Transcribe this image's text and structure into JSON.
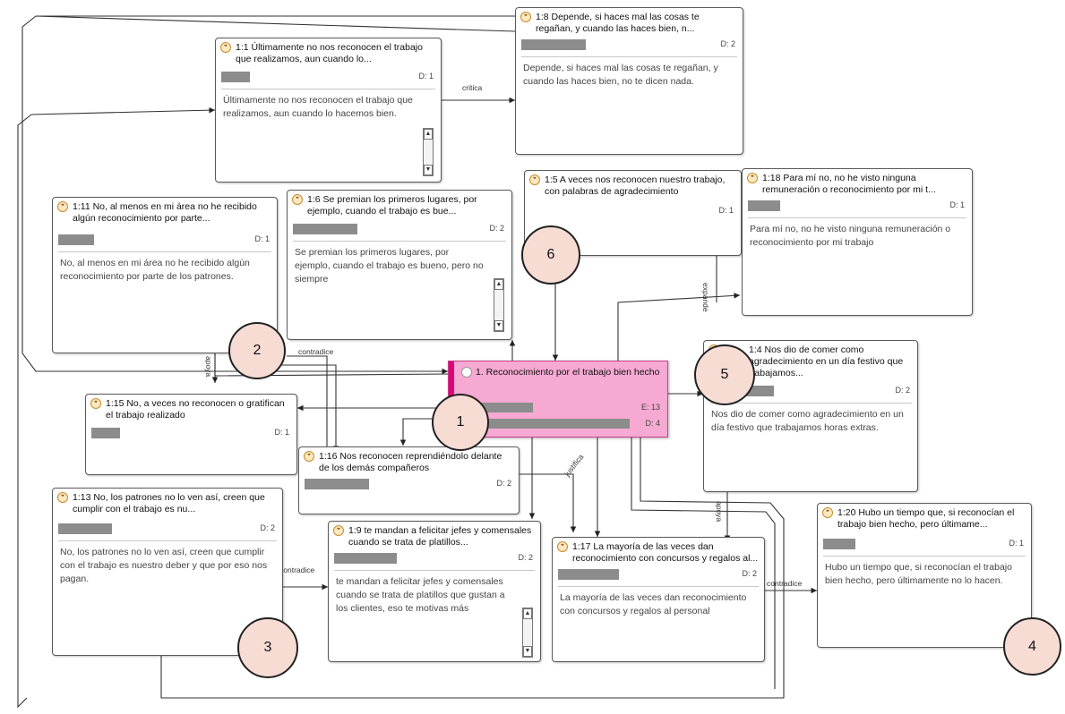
{
  "central": {
    "title": "1. Reconocimiento por el trabajo bien hecho",
    "count_top": "E: 13",
    "count_bottom": "D: 4"
  },
  "quotations": [
    {
      "id": "q1_8",
      "title": "1:8 Depende, si haces mal las cosas te regañan, y cuando las haces bien, n...",
      "d": "D: 2",
      "body": "Depende, si haces mal las cosas te regañan, y cuando las haces bien, no te dicen nada."
    },
    {
      "id": "q1_1",
      "title": "1:1 Últimamente no nos reconocen el trabajo que realizamos, aun cuando lo...",
      "d": "D: 1",
      "body": "Últimamente no nos reconocen el trabajo que realizamos, aun cuando lo hacemos bien."
    },
    {
      "id": "q1_11",
      "title": "1:11 No, al menos en mi área no he recibido algún reconocimiento por parte...",
      "d": "D: 1",
      "body": "No, al menos en mi área no he recibido algún reconocimiento por parte de los patrones."
    },
    {
      "id": "q1_6",
      "title": "1:6 Se premian los primeros lugares, por ejemplo, cuando el trabajo es bue...",
      "d": "D: 2",
      "body": "Se premian los primeros lugares, por ejemplo, cuando el trabajo es bueno, pero no siempre"
    },
    {
      "id": "q1_5",
      "title": "1:5 A veces nos reconocen nuestro trabajo, con palabras de agradecimiento",
      "d": "D: 1",
      "body": ""
    },
    {
      "id": "q1_18",
      "title": "1:18 Para mí no, no he visto ninguna remuneración o reconocimiento por mi t...",
      "d": "D: 1",
      "body": "Para mí no, no he visto ninguna remuneración o reconocimiento por mi trabajo"
    },
    {
      "id": "q1_15",
      "title": "1:15 No, a veces no reconocen o gratifican el trabajo realizado",
      "d": "D: 1",
      "body": ""
    },
    {
      "id": "q1_4",
      "title": "1:4 Nos dio de comer como agradecimiento en un día festivo que trabajamos...",
      "d": "D: 2",
      "body": "Nos dio de comer como agradecimiento en un día festivo que trabajamos horas extras."
    },
    {
      "id": "q1_16",
      "title": "1:16 Nos reconocen reprendiéndolo delante de los demás compañeros",
      "d": "D: 2",
      "body": ""
    },
    {
      "id": "q1_13",
      "title": "1:13 No, los patrones no lo ven así, creen que cumplir con el trabajo es nu...",
      "d": "D: 2",
      "body": "No, los patrones no lo ven así, creen que cumplir con el trabajo es nuestro deber y que por eso nos pagan."
    },
    {
      "id": "q1_9",
      "title": "1:9 te mandan a felicitar jefes y comensales cuando se trata de platillos...",
      "d": "D: 2",
      "body": "te mandan a felicitar jefes y comensales cuando se trata de platillos que gustan a los clientes, eso te motivas más"
    },
    {
      "id": "q1_17",
      "title": "1:17 La mayoría de las veces dan reconocimiento con concursos y regalos al...",
      "d": "D: 2",
      "body": "La mayoría de las veces dan reconocimiento con concursos y regalos al personal"
    },
    {
      "id": "q1_20",
      "title": "1:20 Hubo un tiempo que, si reconocían el trabajo bien hecho, pero últimame...",
      "d": "D: 1",
      "body": "Hubo un tiempo que, si reconocían el trabajo bien hecho, pero últimamente no lo hacen."
    }
  ],
  "relations": {
    "critica": "critica",
    "contradice": "contradice",
    "apoya": "apoya",
    "justifica": "justifica",
    "expande": "expande"
  },
  "markers": [
    "1",
    "2",
    "3",
    "4",
    "5",
    "6"
  ],
  "colors": {
    "central_fill": "#f6a9d2",
    "central_stripe": "#e0007a",
    "marker_fill": "#f7dcd4"
  }
}
